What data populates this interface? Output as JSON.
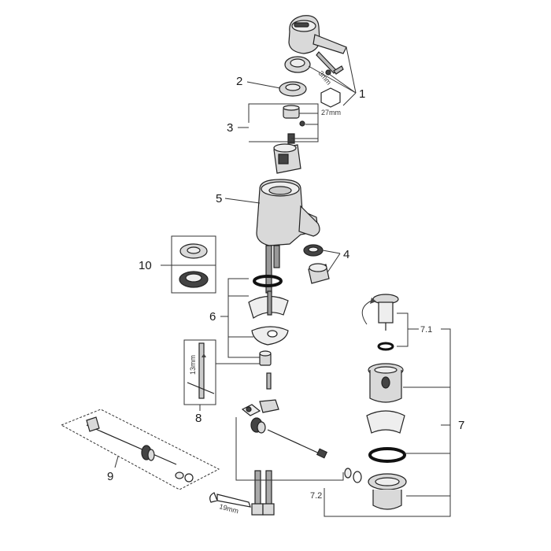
{
  "callouts": {
    "c1": "1",
    "c2": "2",
    "c3": "3",
    "c4": "4",
    "c5": "5",
    "c6": "6",
    "c7": "7",
    "c7_1": "7.1",
    "c7_2": "7.2",
    "c8": "8",
    "c9": "9",
    "c10": "10"
  },
  "dimensions": {
    "hex_key": "3mm",
    "nut": "27mm",
    "rod": "13mm",
    "wrench": "19mm"
  }
}
